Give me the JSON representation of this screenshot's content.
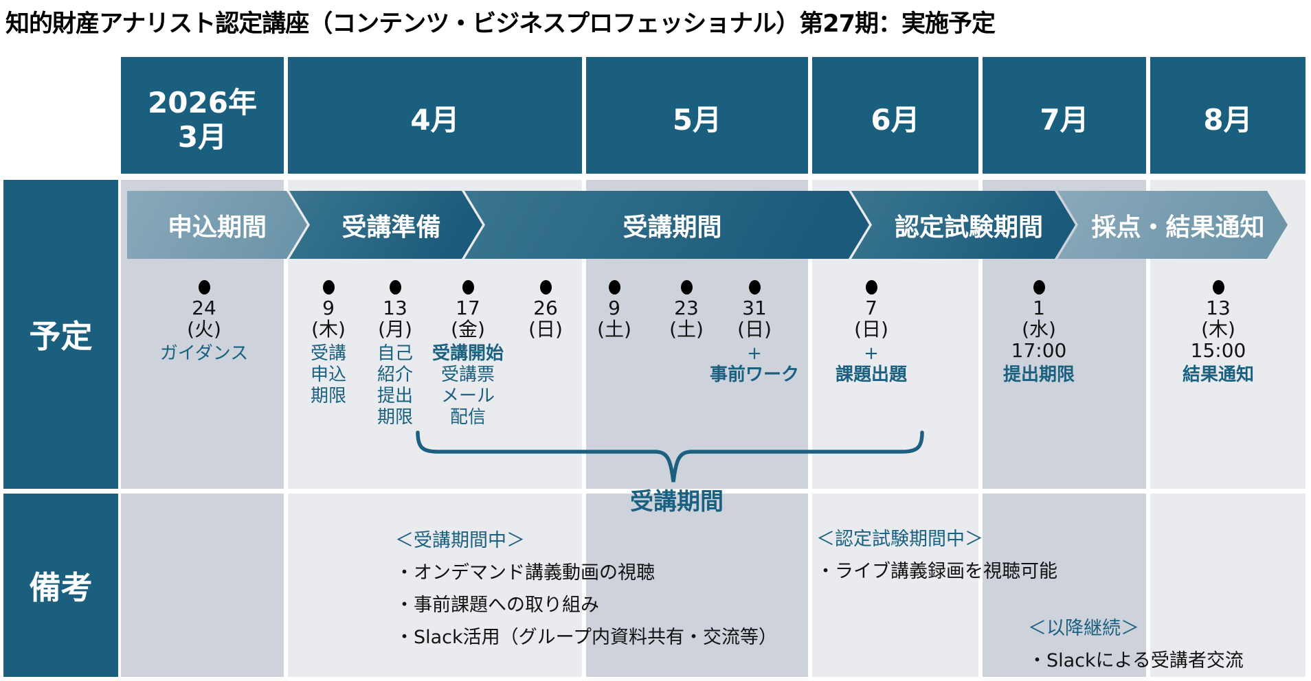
{
  "title": "知的財産アナリスト認定講座（コンテンツ・ビジネスプロフェッショナル）第27期：実施予定",
  "months": [
    {
      "year": "2026年",
      "label": "3月"
    },
    {
      "label": "4月"
    },
    {
      "label": "5月"
    },
    {
      "label": "6月"
    },
    {
      "label": "7月"
    },
    {
      "label": "8月"
    }
  ],
  "row_labels": {
    "schedule": "予定",
    "notes": "備考"
  },
  "phases": [
    {
      "label": "申込期間"
    },
    {
      "label": "受講準備"
    },
    {
      "label": "受講期間"
    },
    {
      "label": "認定試験期間"
    },
    {
      "label": "採点・結果通知"
    }
  ],
  "events": [
    {
      "day": "24",
      "weekday": "(火)",
      "notes": [
        {
          "text": "ガイダンス",
          "bold": false
        }
      ]
    },
    {
      "day": "9",
      "weekday": "(木)",
      "notes": [
        {
          "text": "受講",
          "bold": false
        },
        {
          "text": "申込",
          "bold": false
        },
        {
          "text": "期限",
          "bold": false
        }
      ]
    },
    {
      "day": "13",
      "weekday": "(月)",
      "notes": [
        {
          "text": "自己",
          "bold": false
        },
        {
          "text": "紹介",
          "bold": false
        },
        {
          "text": "提出",
          "bold": false
        },
        {
          "text": "期限",
          "bold": false
        }
      ]
    },
    {
      "day": "17",
      "weekday": "(金)",
      "notes": [
        {
          "text": "受講開始",
          "bold": true
        },
        {
          "text": "受講票",
          "bold": false
        },
        {
          "text": "メール",
          "bold": false
        },
        {
          "text": "配信",
          "bold": false
        }
      ]
    },
    {
      "day": "26",
      "weekday": "(日)",
      "notes": []
    },
    {
      "day": "9",
      "weekday": "(土)",
      "notes": []
    },
    {
      "day": "23",
      "weekday": "(土)",
      "notes": []
    },
    {
      "day": "31",
      "weekday": "(日)",
      "notes": [
        {
          "text": "+",
          "bold": false
        },
        {
          "text": "事前ワーク",
          "bold": true
        }
      ]
    },
    {
      "day": "7",
      "weekday": "(日)",
      "notes": [
        {
          "text": "+",
          "bold": false
        },
        {
          "text": "課題出題",
          "bold": true
        }
      ]
    },
    {
      "day": "1",
      "weekday": "(水)",
      "time": "17:00",
      "notes": [
        {
          "text": "提出期限",
          "bold": true
        }
      ]
    },
    {
      "day": "13",
      "weekday": "(木)",
      "time": "15:00",
      "notes": [
        {
          "text": "結果通知",
          "bold": true
        }
      ]
    }
  ],
  "brace": {
    "label": "受講期間"
  },
  "remarks": {
    "during_course": {
      "title": "＜受講期間中＞",
      "items": [
        "・オンデマンド講義動画の視聴",
        "・事前課題への取り組み",
        "・Slack活用（グループ内資料共有・交流等）"
      ]
    },
    "during_exam": {
      "title": "＜認定試験期間中＞",
      "items": [
        "・ライブ講義録画を視聴可能"
      ]
    },
    "after": {
      "title": "＜以降継続＞",
      "items": [
        "・Slackによる受講者交流"
      ]
    }
  },
  "colors": {
    "header_teal": "#1b5f7f",
    "phase_dark_start": "#3a768f",
    "phase_dark_end": "#1b5a7a",
    "phase_light_start": "#8aa9ba",
    "phase_light_end": "#6d95a9",
    "column_dark": "#ced3db",
    "column_light": "#e9ebee",
    "accent_text": "#1a6080",
    "dot": "#000000"
  }
}
